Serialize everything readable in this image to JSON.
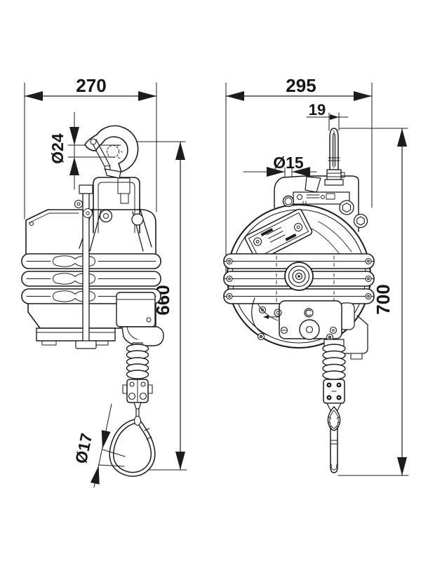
{
  "drawing": {
    "kind": "tool-balancer-technical-drawing",
    "line_color": "#1c1c1c",
    "background": "#ffffff"
  },
  "dimensions": {
    "side_width": "270",
    "front_width": "295",
    "eyelet_width": "19",
    "hook_throat_dia": "Ø24",
    "rope_hole_dia": "Ø15",
    "side_height": "660",
    "front_height": "700",
    "hook_eye_dia": "Ø17"
  }
}
